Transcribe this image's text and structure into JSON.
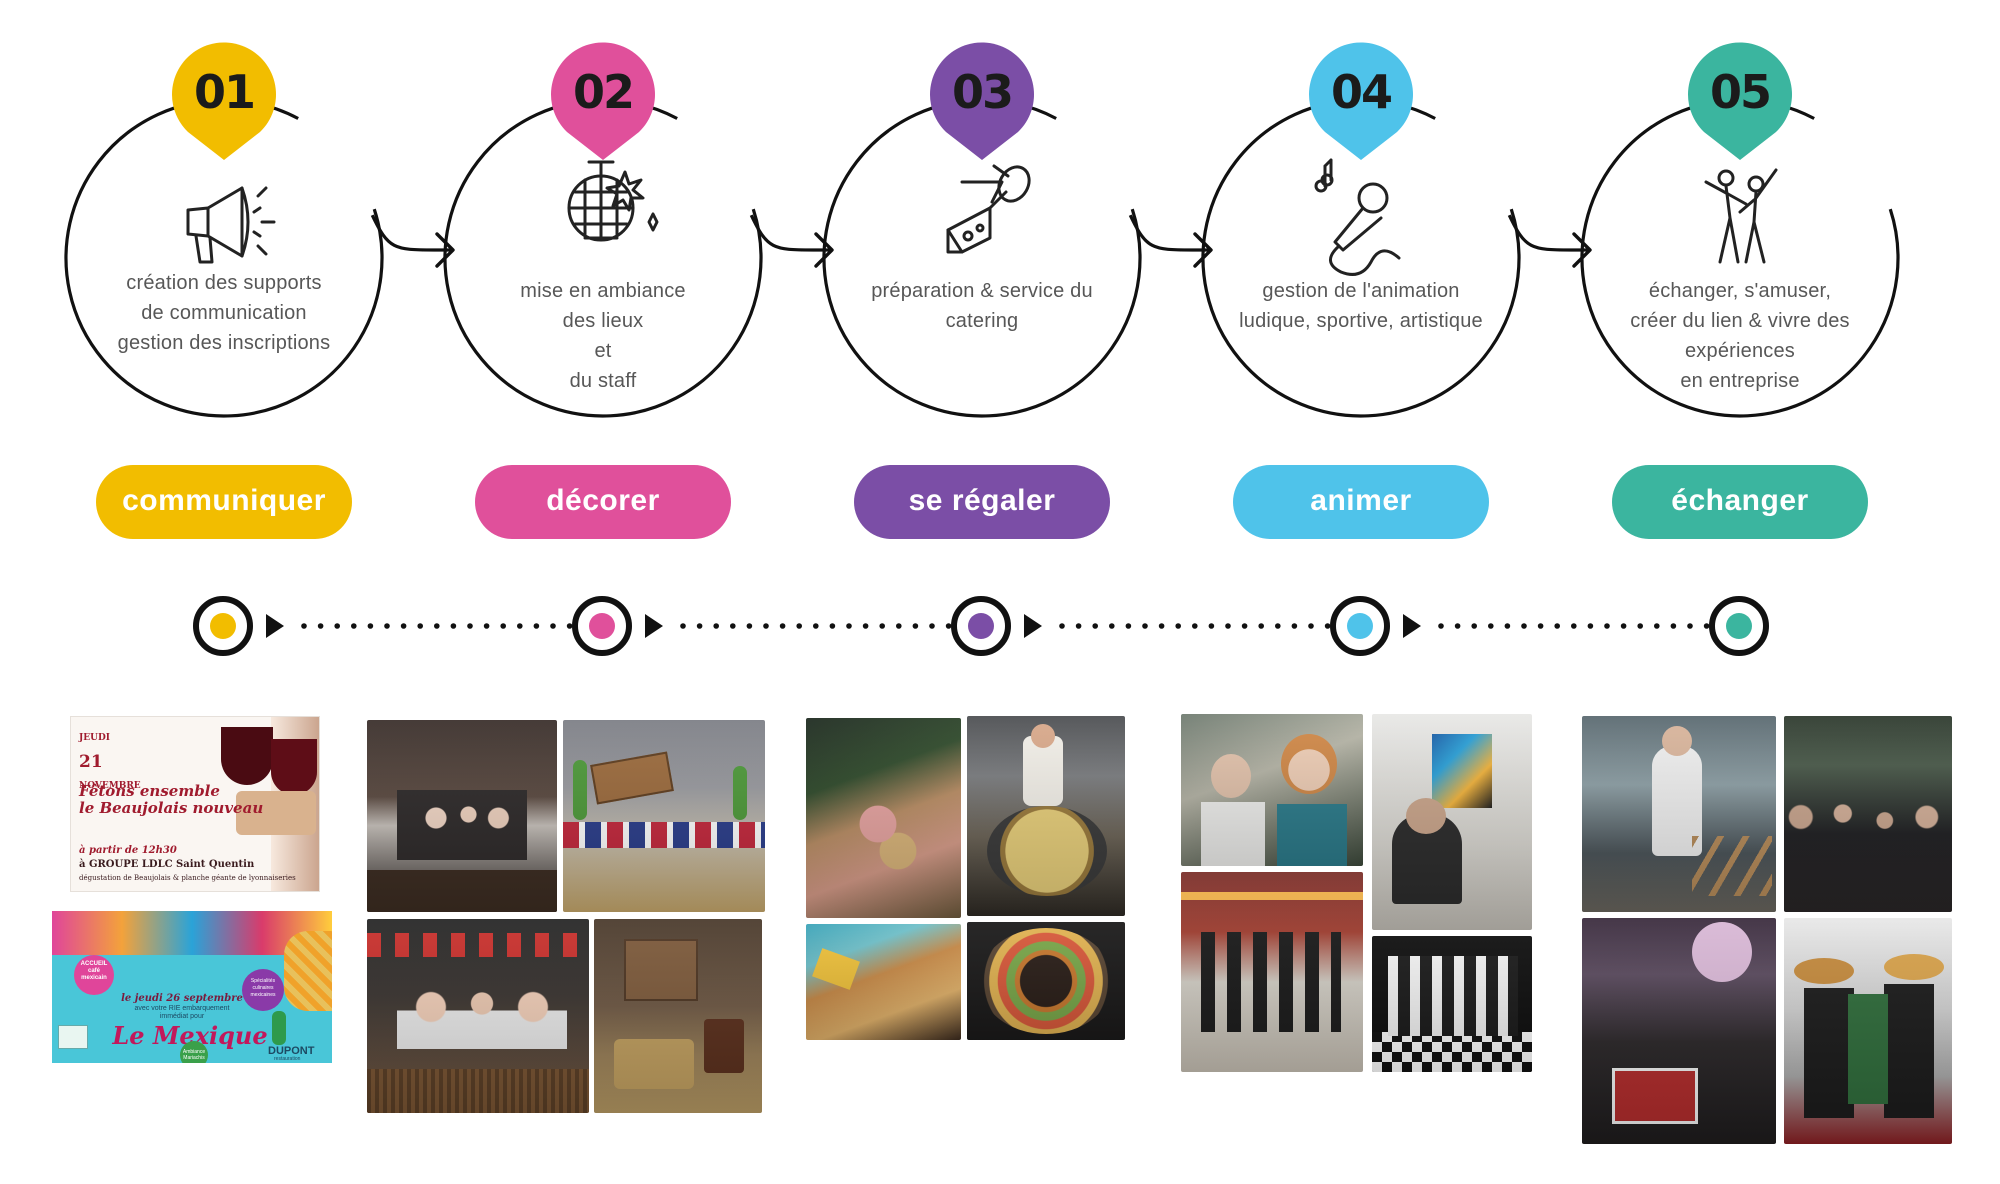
{
  "steps": [
    {
      "num": "01",
      "text": "création des supports\nde communication\ngestion des inscriptions",
      "label": "communiquer",
      "color": "#f2bd00",
      "icon": "megaphone-icon"
    },
    {
      "num": "02",
      "text": "mise en ambiance\ndes lieux\net\ndu staff",
      "label": "décorer",
      "color": "#e0509b",
      "icon": "disco-ball-icon"
    },
    {
      "num": "03",
      "text": "préparation & service du\ncatering",
      "label": "se régaler",
      "color": "#7b4ea6",
      "icon": "cheese-grill-icon"
    },
    {
      "num": "04",
      "text": "gestion de l'animation\nludique, sportive, artistique",
      "label": "animer",
      "color": "#4fc3ea",
      "icon": "microphone-icon"
    },
    {
      "num": "05",
      "text": "échanger, s'amuser,\ncréer du lien & vivre des\nexpériences\nen entreprise",
      "label": "échanger",
      "color": "#3bb59f",
      "icon": "dancing-people-icon"
    }
  ],
  "flyers": {
    "beaujolais": {
      "day": "JEUDI",
      "date": "21",
      "month": "NOVEMBRE",
      "title": "Fêtons ensemble\nle Beaujolais nouveau",
      "time": "à partir de 12h30",
      "place": "à GROUPE LDLC Saint Quentin",
      "subtitle": "dégustation de Beaujolais & planche géante de lyonnaiseries"
    },
    "mexique": {
      "badge_left": "ACCUEIL\ncafé\nmexicain",
      "badge_right": "Spécialités\nculinaires\nmexicaines",
      "date_line": "le jeudi 26 septembre",
      "sub_line": "avec votre RIE embarquement\nimmédiat pour",
      "title": "Le Mexique",
      "badge_bottom": "Ambiance\nMariachis",
      "brand": "DUPONT",
      "brand_sub": "restauration"
    }
  }
}
